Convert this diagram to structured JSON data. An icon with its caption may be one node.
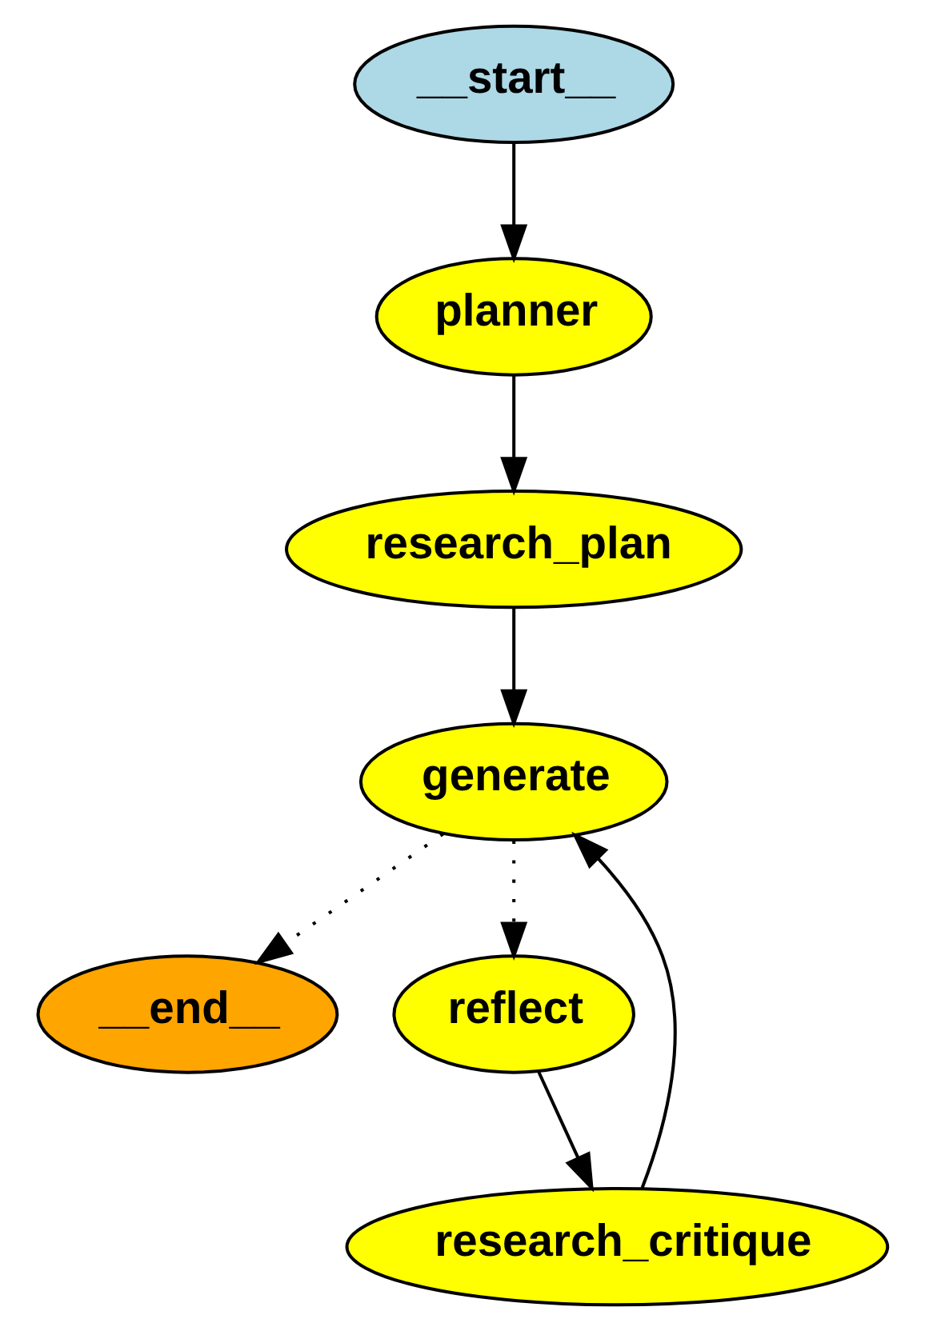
{
  "diagram": {
    "nodes": [
      {
        "text": [
          "__start__"
        ]
      },
      {
        "text": [
          "planner"
        ]
      },
      {
        "text": [
          "research_plan"
        ]
      },
      {
        "text": [
          "generate"
        ]
      },
      {
        "text": [
          "__end__"
        ]
      },
      {
        "text": [
          "reflect"
        ]
      },
      {
        "text": [
          "research_critique"
        ]
      }
    ],
    "edges": [
      {
        "from": 0,
        "to": 1,
        "arrow": "to"
      },
      {
        "from": 1,
        "to": 2,
        "arrow": "to"
      },
      {
        "from": 2,
        "to": 3,
        "arrow": "to"
      },
      {
        "from": 3,
        "to": 4,
        "arrow": "to",
        "style": "dashed"
      },
      {
        "from": 3,
        "to": 5,
        "arrow": "to",
        "style": "dashed"
      },
      {
        "from": 5,
        "to": 6,
        "arrow": "to"
      },
      {
        "from": 6,
        "to": 3,
        "arrow": "to"
      }
    ]
  }
}
